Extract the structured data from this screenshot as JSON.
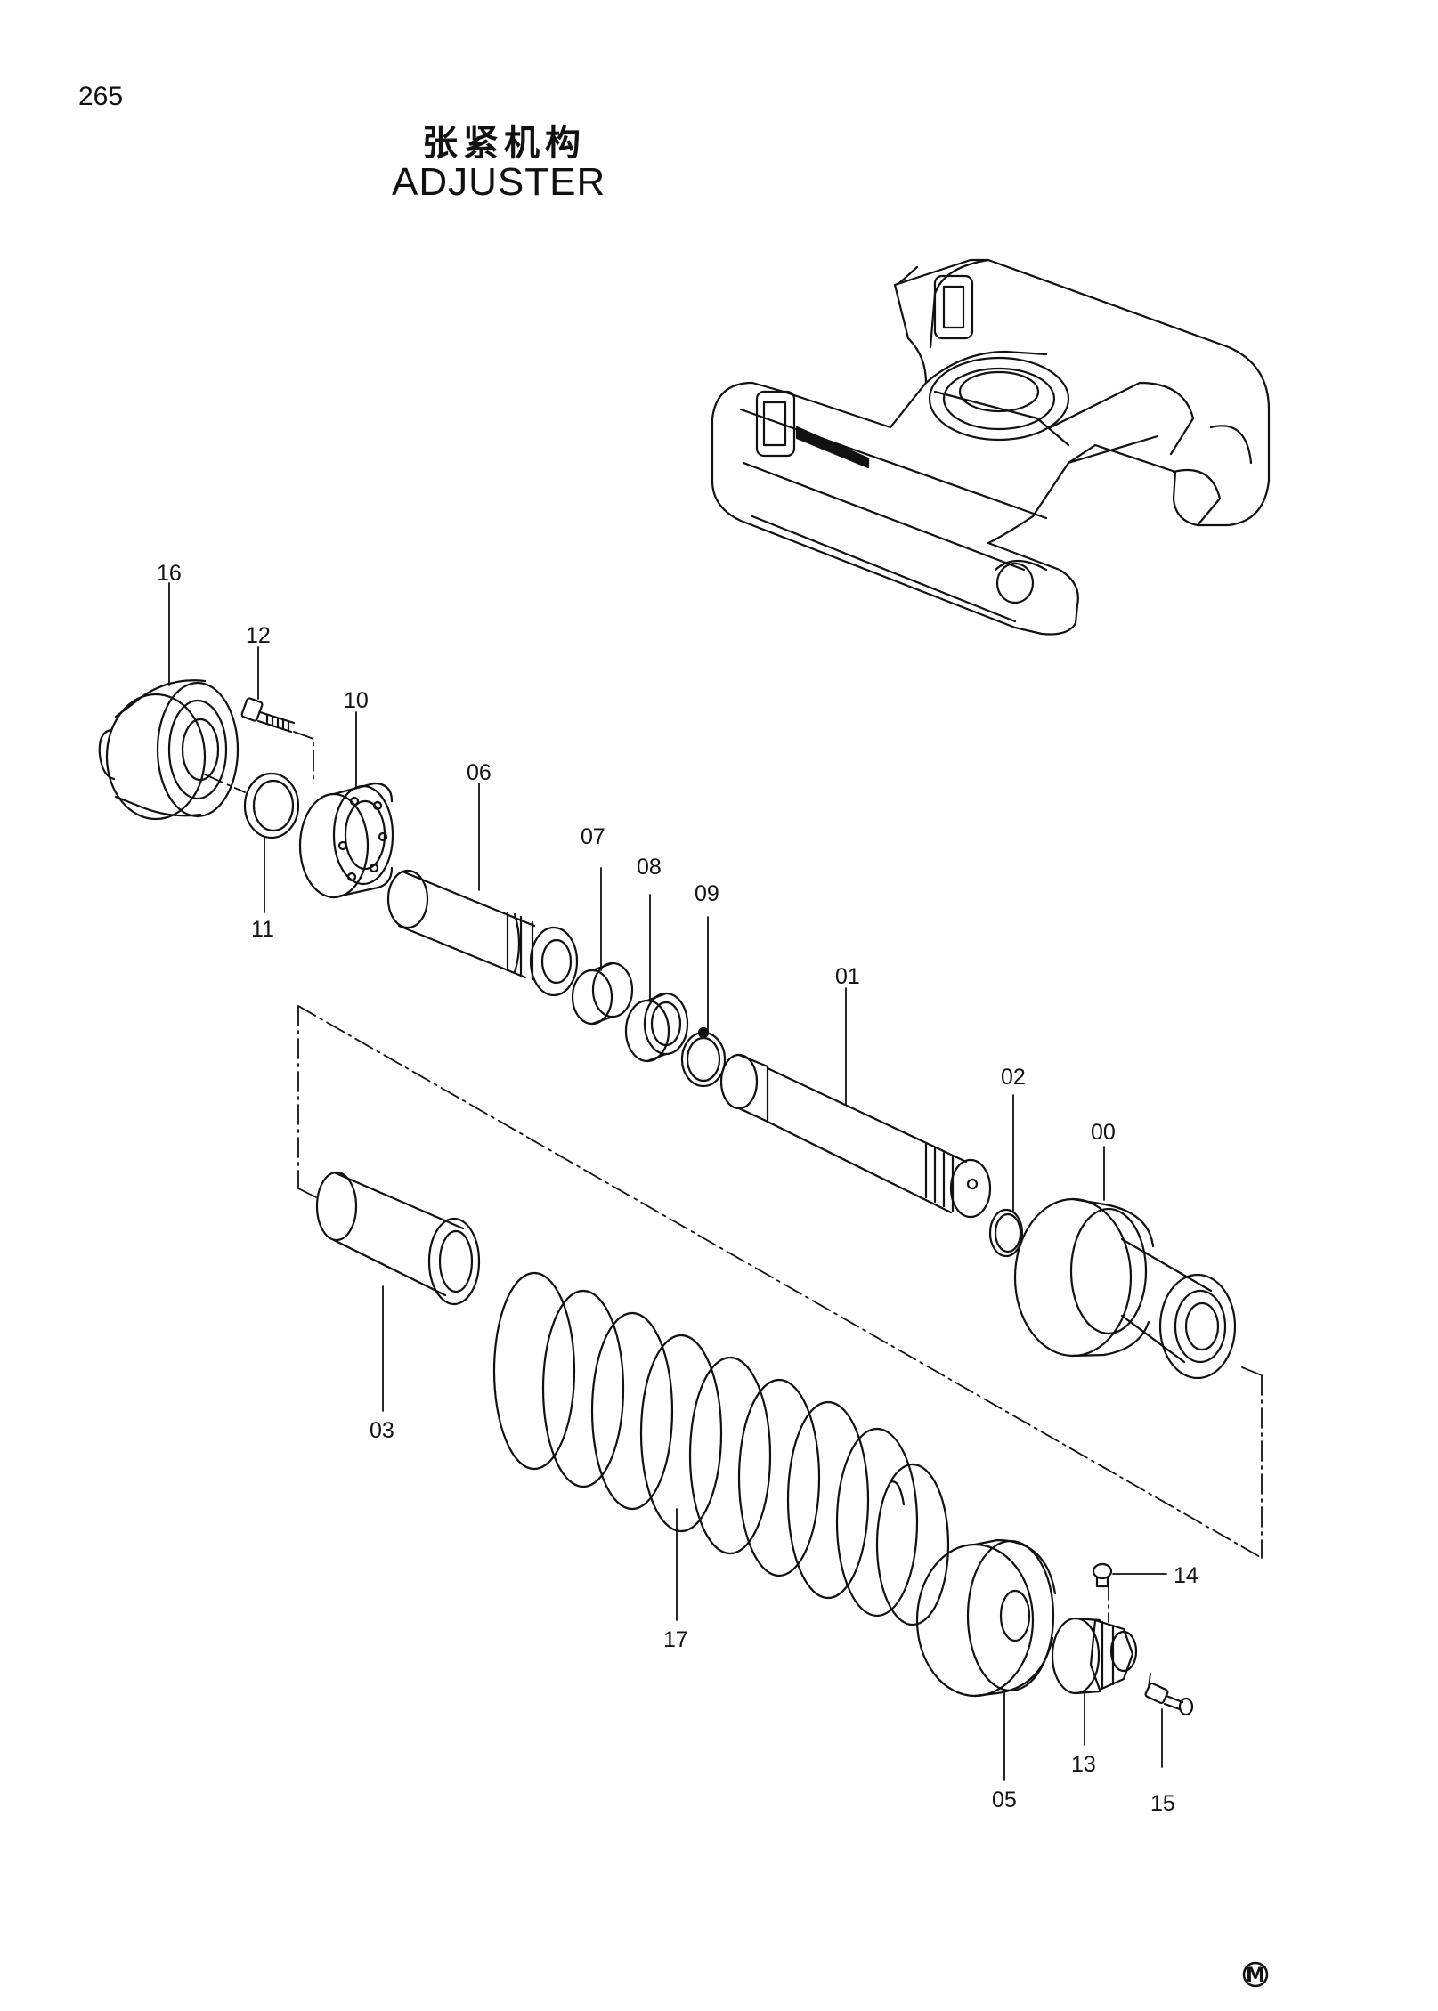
{
  "page_number": "265",
  "title_cn": "张紧机构",
  "title_en": "ADJUSTER",
  "callouts": [
    {
      "id": "16",
      "name": "callout-16"
    },
    {
      "id": "12",
      "name": "callout-12"
    },
    {
      "id": "10",
      "name": "callout-10"
    },
    {
      "id": "11",
      "name": "callout-11"
    },
    {
      "id": "06",
      "name": "callout-06"
    },
    {
      "id": "07",
      "name": "callout-07"
    },
    {
      "id": "08",
      "name": "callout-08"
    },
    {
      "id": "09",
      "name": "callout-09"
    },
    {
      "id": "01",
      "name": "callout-01"
    },
    {
      "id": "02",
      "name": "callout-02"
    },
    {
      "id": "00",
      "name": "callout-00"
    },
    {
      "id": "03",
      "name": "callout-03"
    },
    {
      "id": "17",
      "name": "callout-17"
    },
    {
      "id": "14",
      "name": "callout-14"
    },
    {
      "id": "13",
      "name": "callout-13"
    },
    {
      "id": "15",
      "name": "callout-15"
    },
    {
      "id": "05",
      "name": "callout-05"
    }
  ],
  "corner_mark": "M"
}
